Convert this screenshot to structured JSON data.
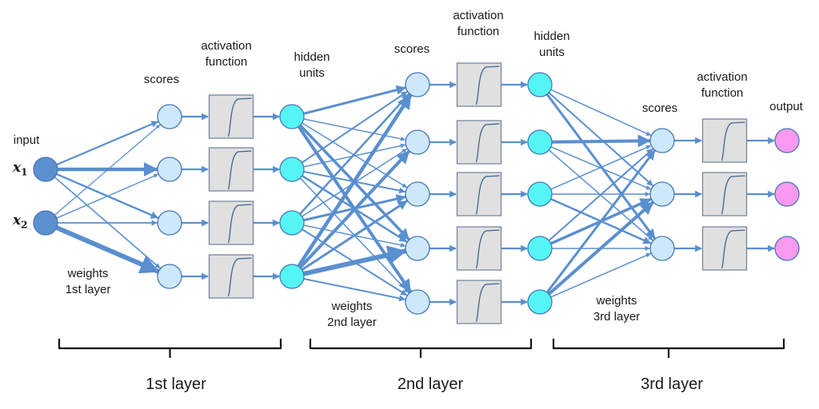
{
  "labels": {
    "input": "input",
    "x1_base": "x",
    "x1_sub": "1",
    "x2_base": "x",
    "x2_sub": "2",
    "scores_l1": "scores",
    "activation_l1_line1": "activation",
    "activation_l1_line2": "function",
    "hidden_l1_line1": "hidden",
    "hidden_l1_line2": "units",
    "weights_l1_line1": "weights",
    "weights_l1_line2": "1st layer",
    "scores_l2": "scores",
    "activation_l2_line1": "activation",
    "activation_l2_line2": "function",
    "hidden_l2_line1": "hidden",
    "hidden_l2_line2": "units",
    "weights_l2_line1": "weights",
    "weights_l2_line2": "2nd layer",
    "scores_l3": "scores",
    "activation_l3_line1": "activation",
    "activation_l3_line2": "function",
    "output": "output",
    "weights_l3_line1": "weights",
    "weights_l3_line2": "3rd layer",
    "layer1": "1st layer",
    "layer2": "2nd layer",
    "layer3": "3rd layer"
  },
  "colors": {
    "input_node": "#5b8fcf",
    "score_node": "#cce8fa",
    "hidden_node": "#55f5f5",
    "output_node": "#f79af0",
    "node_stroke": "#4a77b4",
    "edge": "#5a8fcf",
    "activation_box": "#e0e0e0",
    "activation_curve": "#3d6496"
  },
  "network": {
    "layers": [
      {
        "name": "input",
        "count": 2
      },
      {
        "name": "hidden-1",
        "count": 4
      },
      {
        "name": "hidden-2",
        "count": 5
      },
      {
        "name": "output",
        "count": 3
      }
    ]
  }
}
